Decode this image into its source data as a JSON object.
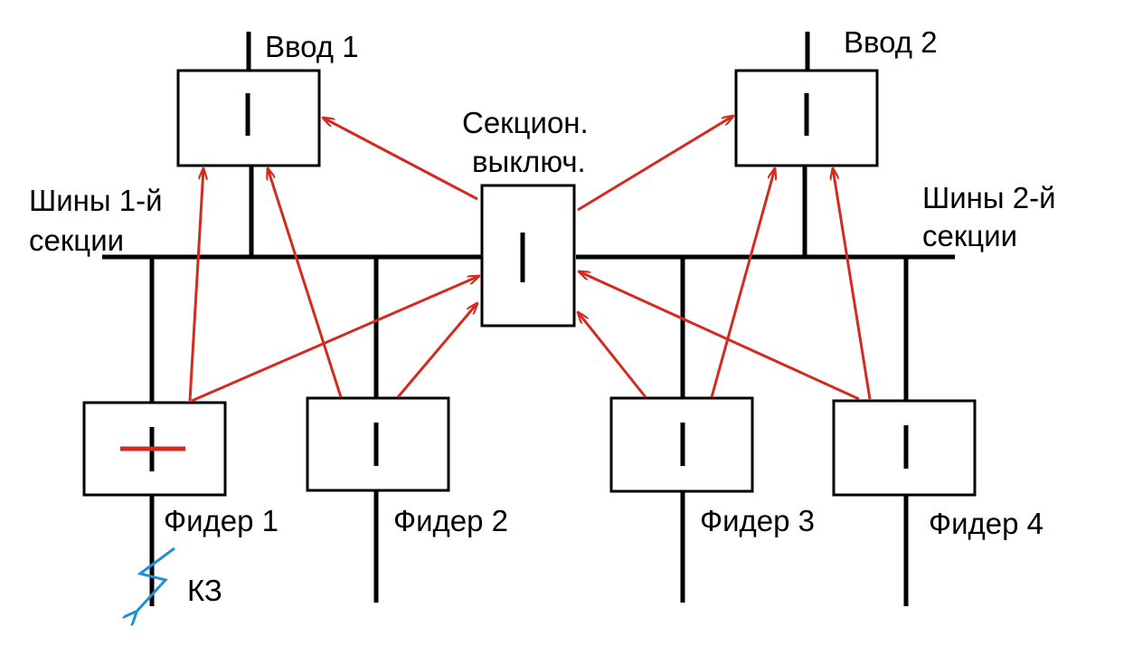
{
  "labels": {
    "input1": "Ввод 1",
    "input2": "Ввод 2",
    "sectional_line1": "Секцион.",
    "sectional_line2": "выключ.",
    "bus1_line1": "Шины 1-й",
    "bus1_line2": "секции",
    "bus2_line1": "Шины 2-й",
    "bus2_line2": "секции",
    "feeder1": "Фидер 1",
    "feeder2": "Фидер 2",
    "feeder3": "Фидер 3",
    "feeder4": "Фидер 4",
    "fault": "КЗ"
  },
  "colors": {
    "line": "#000000",
    "arrow": "#d42a20",
    "fault": "#1f8fd6",
    "tripped_mark": "#d42a20"
  },
  "breakers": [
    {
      "id": "input1",
      "state": "closed"
    },
    {
      "id": "input2",
      "state": "closed"
    },
    {
      "id": "sectional",
      "state": "closed"
    },
    {
      "id": "feeder1",
      "state": "tripped"
    },
    {
      "id": "feeder2",
      "state": "closed"
    },
    {
      "id": "feeder3",
      "state": "closed"
    },
    {
      "id": "feeder4",
      "state": "closed"
    }
  ],
  "signal_arrows": [
    {
      "from": "feeder1",
      "to": "input1"
    },
    {
      "from": "feeder1",
      "to": "sectional"
    },
    {
      "from": "feeder2",
      "to": "input1"
    },
    {
      "from": "feeder2",
      "to": "sectional"
    },
    {
      "from": "sectional",
      "to": "input1"
    },
    {
      "from": "sectional",
      "to": "input2"
    },
    {
      "from": "feeder3",
      "to": "sectional"
    },
    {
      "from": "feeder3",
      "to": "input2"
    },
    {
      "from": "feeder4",
      "to": "sectional"
    },
    {
      "from": "feeder4",
      "to": "input2"
    }
  ]
}
